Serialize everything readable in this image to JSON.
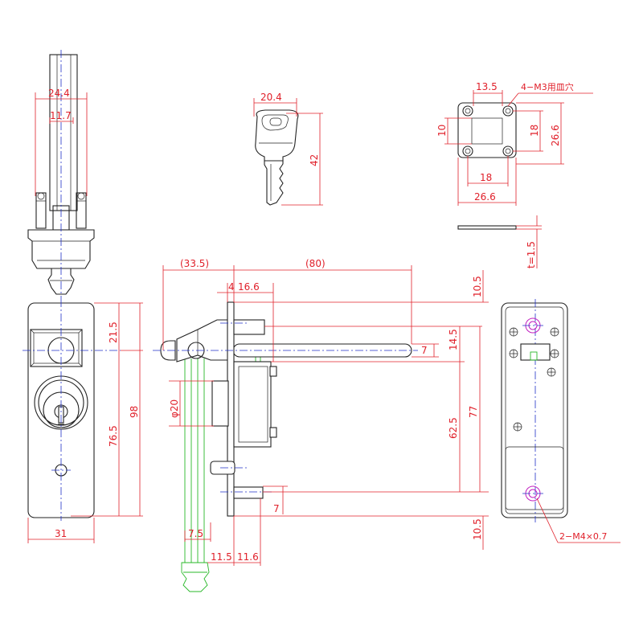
{
  "colors": {
    "outline": "#222222",
    "dimension": "#e0202a",
    "centerline": "#2030c8",
    "alternate_position": "#28b828",
    "hole_mark": "#c020c0"
  },
  "top_view": {
    "dim_width_outer": "24.4",
    "dim_width_inner": "11.7"
  },
  "front_view": {
    "dim_top_to_center": "21.5",
    "dim_center_to_bottom_hole": "76.5",
    "dim_total_height": "98",
    "dim_width": "31"
  },
  "key": {
    "dim_width": "20.4",
    "dim_length": "42"
  },
  "mount_plate": {
    "dim_hole_pitch_top": "13.5",
    "hole_note": "4−M3用皿穴",
    "dim_left_small": "10",
    "dim_hole_pitch_v": "18",
    "dim_plate_height": "26.6",
    "dim_hole_pitch_bottom": "18",
    "dim_plate_width": "26.6",
    "dim_thickness": "t=1.5"
  },
  "side_view": {
    "dim_handle_reach": "(33.5)",
    "dim_rod_length": "(80)",
    "dim_flange": "4",
    "dim_body_depth": "16.6",
    "dim_top_margin": "10.5",
    "dim_rod_offset": "7",
    "dim_to_rod": "14.5",
    "dim_bore": "φ20",
    "dim_body_span": "62.5",
    "dim_overall": "77",
    "dim_bottom_offset": "7",
    "dim_bottom_margin": "10.5",
    "dim_swing": "7.5",
    "dim_back_a": "11.5",
    "dim_back_b": "11.6"
  },
  "rear_view": {
    "hole_note": "2−M4×0.7"
  }
}
